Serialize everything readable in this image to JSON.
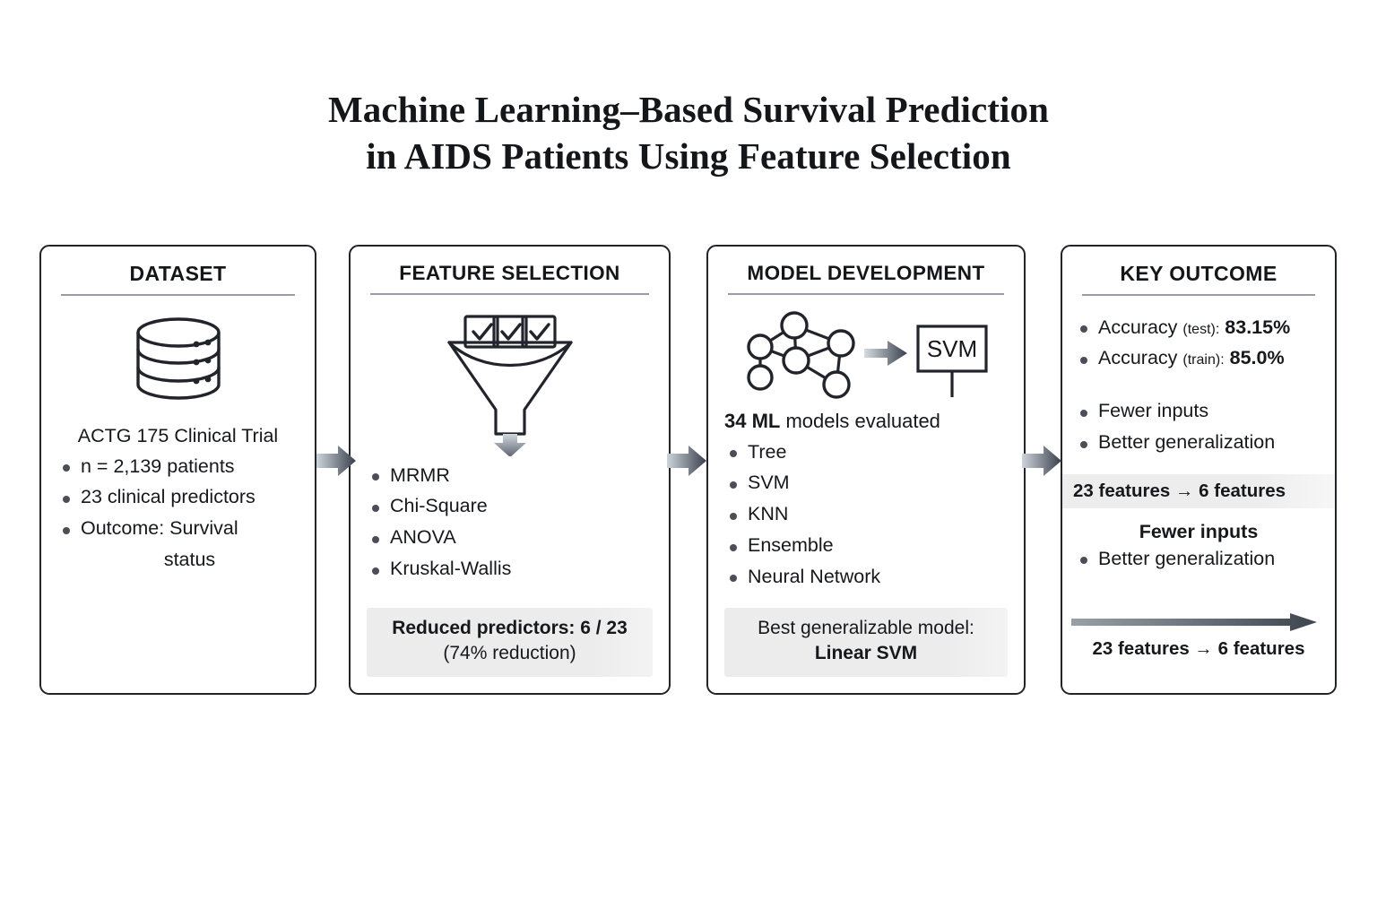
{
  "title": {
    "line1": "Machine Learning–Based Survival Prediction",
    "line2": "in AIDS Patients Using Feature Selection"
  },
  "colors": {
    "panel_border": "#22242c",
    "rule": "#9a9ca3",
    "bullet": "#4b4e57",
    "callout_bg": "#ececec",
    "arrow_dark": "#3b4250",
    "arrow_light": "#c9d0d6"
  },
  "panels": [
    {
      "id": "dataset",
      "header": "DATASET",
      "icon": "database-icon",
      "lead": "ACTG 175 Clinical Trial",
      "bullets": [
        {
          "text": "n = 2,139 patients"
        },
        {
          "text": "23 clinical predictors"
        },
        {
          "text": "Outcome: Survival",
          "cont": "status"
        }
      ]
    },
    {
      "id": "feature-selection",
      "header": "FEATURE SELECTION",
      "icon": "funnel-icon",
      "bullets": [
        {
          "text": "MRMR"
        },
        {
          "text": "Chi-Square"
        },
        {
          "text": "ANOVA"
        },
        {
          "text": "Kruskal-Wallis"
        }
      ],
      "callout": {
        "bold": "Reduced predictors: 6 / 23",
        "regular": "(74% reduction)"
      }
    },
    {
      "id": "model-development",
      "header": "MODEL DEVELOPMENT",
      "icon": "neural-network-icon",
      "svm_box_label": "SVM",
      "lead_bold": "34 ML",
      "lead_rest": " models evaluated",
      "bullets": [
        {
          "text": "Tree"
        },
        {
          "text": "SVM"
        },
        {
          "text": "KNN"
        },
        {
          "text": "Ensemble"
        },
        {
          "text": "Neural Network"
        }
      ],
      "callout": {
        "regular": "Best generalizable model:",
        "bold": "Linear SVM"
      }
    },
    {
      "id": "key-outcome",
      "header": "KEY OUTCOME",
      "accuracy": [
        {
          "label": "Accuracy",
          "qualifier": "(test):",
          "value": "83.15%"
        },
        {
          "label": "Accuracy",
          "qualifier": "(train):",
          "value": "85.0%"
        }
      ],
      "bullets": [
        {
          "text": "Fewer inputs"
        },
        {
          "text": "Better generalization"
        }
      ],
      "band": {
        "pre": "23 features",
        "arrow": "→",
        "post": "6 features"
      },
      "fewer_inputs_bold": "Fewer inputs",
      "bullets2": [
        {
          "text": "Better generalization"
        }
      ],
      "arrow_caption": "23 features → 6 features"
    }
  ],
  "connectors": [
    {
      "name": "arrow-dataset-to-feature-selection"
    },
    {
      "name": "arrow-feature-selection-to-model-development"
    },
    {
      "name": "arrow-model-development-to-key-outcome"
    }
  ]
}
